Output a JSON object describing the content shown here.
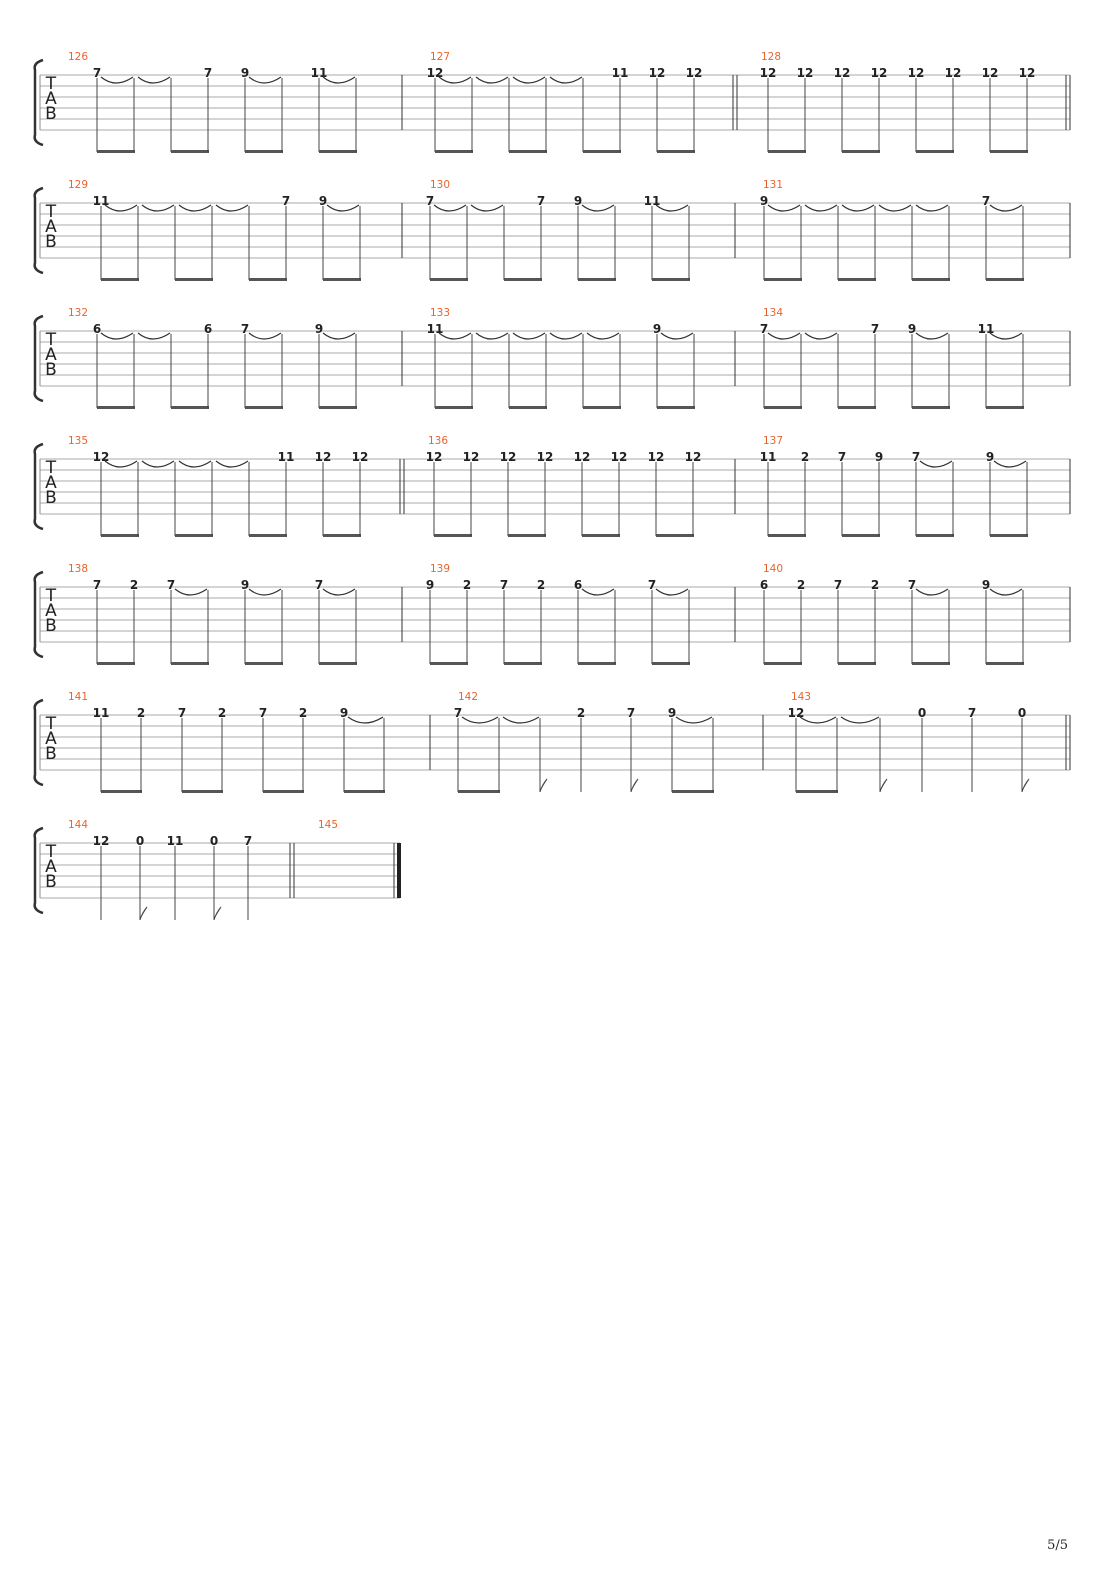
{
  "page_number": "5/5",
  "clef": [
    "T",
    "A",
    "B"
  ],
  "systems": [
    {
      "end_double": true,
      "measures": [
        {
          "num": "126",
          "notes": [
            {
              "f": "7",
              "tie": true,
              "beam": "s"
            },
            {
              "f": "",
              "tie": true,
              "beam": "e"
            },
            {
              "f": "",
              "beam": "s"
            },
            {
              "f": "7",
              "beam": "e"
            },
            {
              "f": "9",
              "tie": true,
              "beam": "s"
            },
            {
              "f": "",
              "beam": "e"
            },
            {
              "f": "11",
              "tie": true,
              "beam": "s"
            },
            {
              "f": "",
              "beam": "e"
            }
          ]
        },
        {
          "num": "127",
          "notes": [
            {
              "f": "12",
              "tie": true,
              "beam": "s"
            },
            {
              "f": "",
              "tie": true,
              "beam": "e"
            },
            {
              "f": "",
              "tie": true,
              "beam": "s"
            },
            {
              "f": "",
              "tie": true,
              "beam": "e"
            },
            {
              "f": "",
              "beam": "s"
            },
            {
              "f": "11",
              "beam": "e"
            },
            {
              "f": "12",
              "beam": "s"
            },
            {
              "f": "12",
              "beam": "e"
            }
          ]
        },
        {
          "num": "128",
          "start_double": true,
          "notes": [
            {
              "f": "12",
              "beam": "s"
            },
            {
              "f": "12",
              "beam": "e"
            },
            {
              "f": "12",
              "beam": "s"
            },
            {
              "f": "12",
              "beam": "e"
            },
            {
              "f": "12",
              "beam": "s"
            },
            {
              "f": "12",
              "beam": "e"
            },
            {
              "f": "12",
              "beam": "s"
            },
            {
              "f": "12",
              "beam": "e"
            }
          ]
        }
      ]
    },
    {
      "measures": [
        {
          "num": "129",
          "notes": [
            {
              "f": "11",
              "tie": true,
              "beam": "s"
            },
            {
              "f": "",
              "tie": true,
              "beam": "e"
            },
            {
              "f": "",
              "tie": true,
              "beam": "s"
            },
            {
              "f": "",
              "tie": true,
              "beam": "e"
            },
            {
              "f": "",
              "beam": "s"
            },
            {
              "f": "7",
              "beam": "e"
            },
            {
              "f": "9",
              "tie": true,
              "beam": "s"
            },
            {
              "f": "",
              "beam": "e"
            }
          ]
        },
        {
          "num": "130",
          "notes": [
            {
              "f": "7",
              "tie": true,
              "beam": "s"
            },
            {
              "f": "",
              "tie": true,
              "beam": "e"
            },
            {
              "f": "",
              "beam": "s"
            },
            {
              "f": "7",
              "beam": "e"
            },
            {
              "f": "9",
              "tie": true,
              "beam": "s"
            },
            {
              "f": "",
              "beam": "e"
            },
            {
              "f": "11",
              "tie": true,
              "beam": "s"
            },
            {
              "f": "",
              "beam": "e"
            }
          ]
        },
        {
          "num": "131",
          "notes": [
            {
              "f": "9",
              "tie": true,
              "beam": "s"
            },
            {
              "f": "",
              "tie": true,
              "beam": "e"
            },
            {
              "f": "",
              "tie": true,
              "beam": "s"
            },
            {
              "f": "",
              "tie": true,
              "beam": "e"
            },
            {
              "f": "",
              "tie": true,
              "beam": "s"
            },
            {
              "f": "",
              "beam": "e"
            },
            {
              "f": "7",
              "tie": true,
              "beam": "s"
            },
            {
              "f": "",
              "beam": "e"
            }
          ]
        }
      ]
    },
    {
      "measures": [
        {
          "num": "132",
          "notes": [
            {
              "f": "6",
              "tie": true,
              "beam": "s"
            },
            {
              "f": "",
              "tie": true,
              "beam": "e"
            },
            {
              "f": "",
              "beam": "s"
            },
            {
              "f": "6",
              "beam": "e"
            },
            {
              "f": "7",
              "tie": true,
              "beam": "s"
            },
            {
              "f": "",
              "beam": "e"
            },
            {
              "f": "9",
              "tie": true,
              "beam": "s"
            },
            {
              "f": "",
              "beam": "e"
            }
          ]
        },
        {
          "num": "133",
          "notes": [
            {
              "f": "11",
              "tie": true,
              "beam": "s"
            },
            {
              "f": "",
              "tie": true,
              "beam": "e"
            },
            {
              "f": "",
              "tie": true,
              "beam": "s"
            },
            {
              "f": "",
              "tie": true,
              "beam": "e"
            },
            {
              "f": "",
              "tie": true,
              "beam": "s"
            },
            {
              "f": "",
              "beam": "e"
            },
            {
              "f": "9",
              "tie": true,
              "beam": "s"
            },
            {
              "f": "",
              "beam": "e"
            }
          ]
        },
        {
          "num": "134",
          "notes": [
            {
              "f": "7",
              "tie": true,
              "beam": "s"
            },
            {
              "f": "",
              "tie": true,
              "beam": "e"
            },
            {
              "f": "",
              "beam": "s"
            },
            {
              "f": "7",
              "beam": "e"
            },
            {
              "f": "9",
              "tie": true,
              "beam": "s"
            },
            {
              "f": "",
              "beam": "e"
            },
            {
              "f": "11",
              "tie": true,
              "beam": "s"
            },
            {
              "f": "",
              "beam": "e"
            }
          ]
        }
      ]
    },
    {
      "measures": [
        {
          "num": "135",
          "notes": [
            {
              "f": "12",
              "tie": true,
              "beam": "s"
            },
            {
              "f": "",
              "tie": true,
              "beam": "e"
            },
            {
              "f": "",
              "tie": true,
              "beam": "s"
            },
            {
              "f": "",
              "tie": true,
              "beam": "e"
            },
            {
              "f": "",
              "beam": "s"
            },
            {
              "f": "11",
              "beam": "e"
            },
            {
              "f": "12",
              "beam": "s"
            },
            {
              "f": "12",
              "beam": "e"
            }
          ]
        },
        {
          "num": "136",
          "start_double": true,
          "notes": [
            {
              "f": "12",
              "beam": "s"
            },
            {
              "f": "12",
              "beam": "e"
            },
            {
              "f": "12",
              "beam": "s"
            },
            {
              "f": "12",
              "beam": "e"
            },
            {
              "f": "12",
              "beam": "s"
            },
            {
              "f": "12",
              "beam": "e"
            },
            {
              "f": "12",
              "beam": "s"
            },
            {
              "f": "12",
              "beam": "e"
            }
          ]
        },
        {
          "num": "137",
          "notes": [
            {
              "f": "11",
              "beam": "s"
            },
            {
              "f": "2",
              "beam": "e"
            },
            {
              "f": "7",
              "beam": "s"
            },
            {
              "f": "9",
              "beam": "e"
            },
            {
              "f": "7",
              "tie": true,
              "beam": "s"
            },
            {
              "f": "",
              "beam": "e"
            },
            {
              "f": "9",
              "tie": true,
              "beam": "s"
            },
            {
              "f": "",
              "beam": "e"
            }
          ]
        }
      ]
    },
    {
      "measures": [
        {
          "num": "138",
          "notes": [
            {
              "f": "7",
              "beam": "s"
            },
            {
              "f": "2",
              "beam": "e"
            },
            {
              "f": "7",
              "tie": true,
              "beam": "s"
            },
            {
              "f": "",
              "beam": "e"
            },
            {
              "f": "9",
              "tie": true,
              "beam": "s"
            },
            {
              "f": "",
              "beam": "e"
            },
            {
              "f": "7",
              "tie": true,
              "beam": "s"
            },
            {
              "f": "",
              "beam": "e"
            }
          ]
        },
        {
          "num": "139",
          "notes": [
            {
              "f": "9",
              "beam": "s"
            },
            {
              "f": "2",
              "beam": "e"
            },
            {
              "f": "7",
              "beam": "s"
            },
            {
              "f": "2",
              "beam": "e"
            },
            {
              "f": "6",
              "tie": true,
              "beam": "s"
            },
            {
              "f": "",
              "beam": "e"
            },
            {
              "f": "7",
              "tie": true,
              "beam": "s"
            },
            {
              "f": "",
              "beam": "e"
            }
          ]
        },
        {
          "num": "140",
          "notes": [
            {
              "f": "6",
              "beam": "s"
            },
            {
              "f": "2",
              "beam": "e"
            },
            {
              "f": "7",
              "beam": "s"
            },
            {
              "f": "2",
              "beam": "e"
            },
            {
              "f": "7",
              "tie": true,
              "beam": "s"
            },
            {
              "f": "",
              "beam": "e"
            },
            {
              "f": "9",
              "tie": true,
              "beam": "s"
            },
            {
              "f": "",
              "beam": "e"
            }
          ]
        }
      ]
    },
    {
      "end_double": true,
      "measures": [
        {
          "num": "141",
          "notes": [
            {
              "f": "11",
              "beam": "s"
            },
            {
              "f": "2",
              "beam": "e"
            },
            {
              "f": "7",
              "beam": "s"
            },
            {
              "f": "2",
              "beam": "e"
            },
            {
              "f": "7",
              "beam": "s"
            },
            {
              "f": "2",
              "beam": "e"
            },
            {
              "f": "9",
              "tie": true,
              "beam": "s"
            },
            {
              "f": "",
              "beam": "e"
            }
          ]
        },
        {
          "num": "142",
          "notes": [
            {
              "f": "7",
              "tie": true,
              "beam": "s"
            },
            {
              "f": "",
              "tie": true,
              "beam": "e"
            },
            {
              "f": "",
              "flag": true
            },
            {
              "f": "2"
            },
            {
              "f": "7",
              "flag": true
            },
            {
              "f": "9",
              "tie": true,
              "beam": "s"
            },
            {
              "f": "",
              "beam": "e"
            }
          ]
        },
        {
          "num": "143",
          "notes": [
            {
              "f": "12",
              "tie": true,
              "beam": "s"
            },
            {
              "f": "",
              "tie": true,
              "beam": "e"
            },
            {
              "f": "",
              "flag": true
            },
            {
              "f": "0"
            },
            {
              "f": "7"
            },
            {
              "f": "0",
              "flag": true
            }
          ]
        }
      ]
    },
    {
      "final": true,
      "measures": [
        {
          "num": "144",
          "notes": [
            {
              "f": "12"
            },
            {
              "f": "0",
              "flag": true
            },
            {
              "f": "11"
            },
            {
              "f": "0",
              "flag": true
            },
            {
              "f": "7"
            }
          ]
        },
        {
          "num": "145",
          "start_double": true,
          "notes": []
        }
      ]
    }
  ]
}
